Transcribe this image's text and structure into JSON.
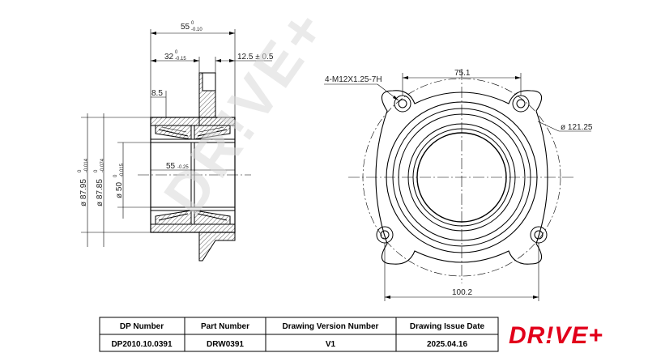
{
  "side_view": {
    "dim_overall_width": "55",
    "dim_overall_width_tol": "-0.10",
    "dim_overall_width_tol_up": "0",
    "dim_flange_offset": "32",
    "dim_flange_offset_tol": "-0.15",
    "dim_flange_offset_tol_up": "0",
    "dim_flange_thickness": "12.5 ± 0.5",
    "dim_step": "8.5",
    "dim_bore_width": "55",
    "dim_bore_width_tol": "-0.25",
    "dim_outer_dia": "ø 87.95",
    "dim_outer_dia_tol": "-0.014",
    "dim_outer_dia_tol_up": "0",
    "dim_mid_dia": "ø 87.85",
    "dim_mid_dia_tol": "-0.074",
    "dim_mid_dia_tol_up": "0",
    "dim_bore_dia": "ø 50",
    "dim_bore_dia_tol": "-0.015",
    "dim_bore_dia_tol_up": "0"
  },
  "front_view": {
    "thread_label": "4-M12X1.25-7H",
    "dim_bolt_spacing_top": "75.1",
    "dim_pcd": "ø 121.25",
    "dim_bolt_spacing_bottom": "100.2"
  },
  "watermark": "DR!VE+",
  "title_block": {
    "headers": [
      "DP Number",
      "Part Number",
      "Drawing Version Number",
      "Drawing Issue Date"
    ],
    "values": [
      "DP2010.10.0391",
      "DRW0391",
      "V1",
      "2025.04.16"
    ]
  },
  "logo": {
    "text": "DR!VE+",
    "color": "#e2001a"
  }
}
